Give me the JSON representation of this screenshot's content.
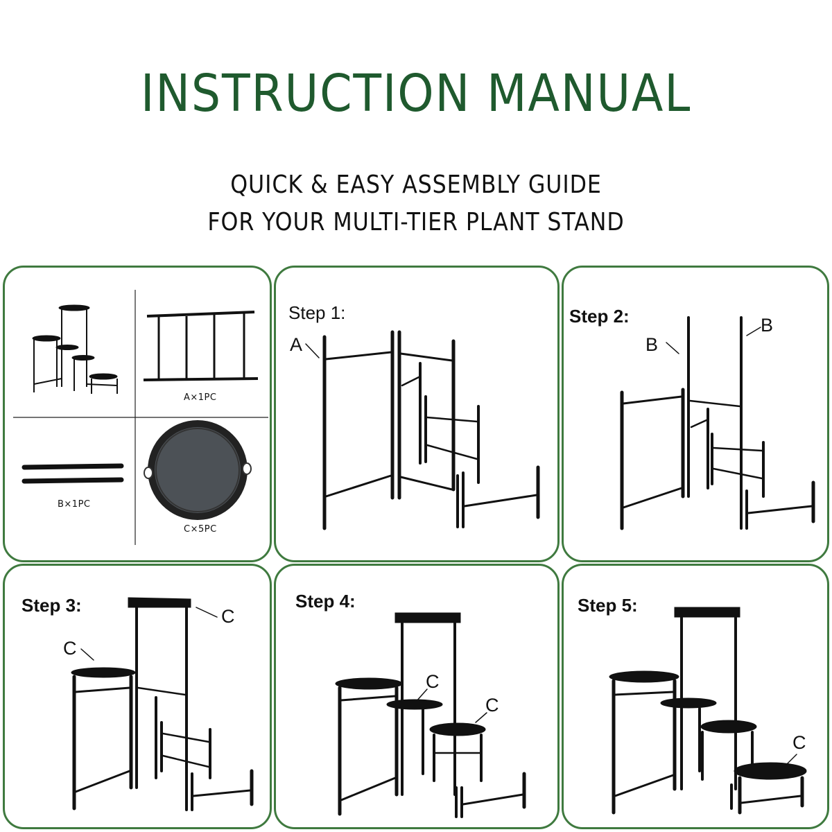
{
  "header": {
    "title": "INSTRUCTION MANUAL",
    "subtitle_line1": "QUICK & EASY ASSEMBLY GUIDE",
    "subtitle_line2": "FOR YOUR MULTI-TIER PLANT STAND"
  },
  "parts": {
    "part_a_qty": "A×1PC",
    "part_b_qty": "B×1PC",
    "part_c_qty": "C×5PC"
  },
  "steps": [
    {
      "label": "Step 1:",
      "callouts": [
        "A"
      ]
    },
    {
      "label": "Step 2:",
      "callouts": [
        "B",
        "B"
      ]
    },
    {
      "label": "Step 3:",
      "callouts": [
        "C",
        "C"
      ]
    },
    {
      "label": "Step 4:",
      "callouts": [
        "C",
        "C"
      ]
    },
    {
      "label": "Step 5:",
      "callouts": [
        "C"
      ]
    }
  ],
  "colors": {
    "title_green": "#1f5a2e",
    "panel_border": "#3f7a3f",
    "metal": "#1a1a1a"
  }
}
